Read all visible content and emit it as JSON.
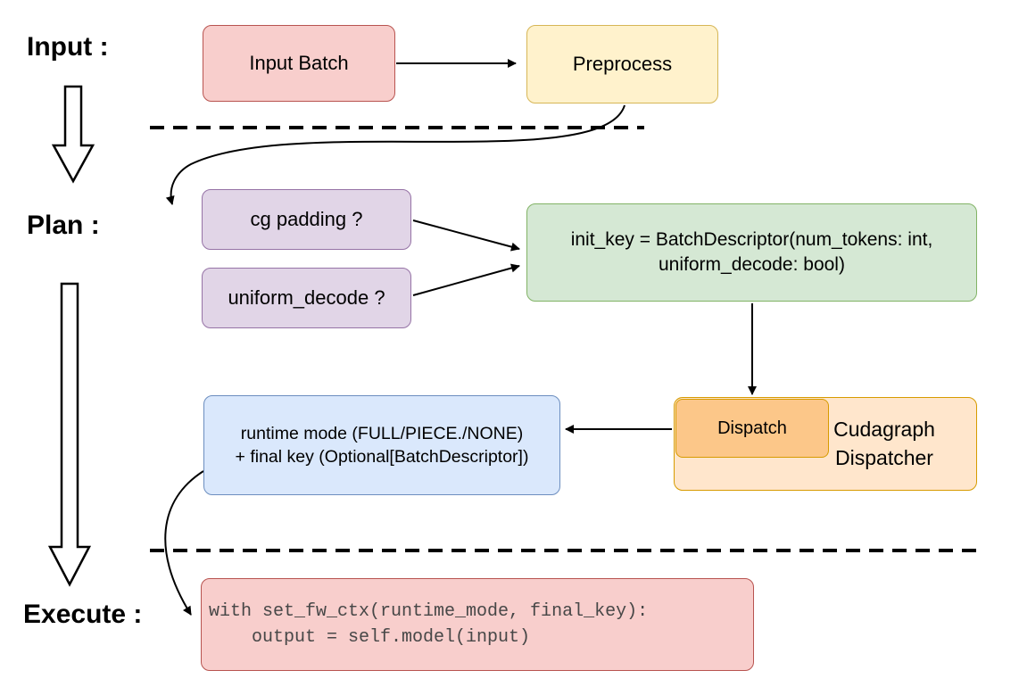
{
  "stage_labels": {
    "input": "Input :",
    "plan": "Plan :",
    "execute": "Execute :"
  },
  "nodes": {
    "input_batch": {
      "label": "Input Batch"
    },
    "preprocess": {
      "label": "Preprocess"
    },
    "cg_padding": {
      "label": "cg padding ?"
    },
    "uniform_decode": {
      "label": "uniform_decode ?"
    },
    "init_key": {
      "label": "init_key = BatchDescriptor(num_tokens: int,\nuniform_decode: bool)"
    },
    "dispatch": {
      "label": "Dispatch"
    },
    "cudagraph_dispatcher": {
      "label": "Cudagraph\nDispatcher"
    },
    "runtime_mode": {
      "label": "runtime mode (FULL/PIECE./NONE)\n+ final key (Optional[BatchDescriptor])"
    },
    "execute_code": {
      "label": "with set_fw_ctx(runtime_mode, final_key):\n    output = self.model(input)"
    }
  },
  "colors": {
    "red_fill": "#f8cecc",
    "red_stroke": "#b85450",
    "yellow_fill": "#fff2cc",
    "yellow_stroke": "#d6b656",
    "purple_fill": "#e1d5e7",
    "purple_stroke": "#9673a6",
    "green_fill": "#d5e8d4",
    "green_stroke": "#82b366",
    "orange_fill": "#ffe6cc",
    "orange_stroke": "#d79b00",
    "orange_inner_fill": "#fcc789",
    "blue_fill": "#dae8fc",
    "blue_stroke": "#6c8ebf",
    "arrow": "#000000"
  }
}
